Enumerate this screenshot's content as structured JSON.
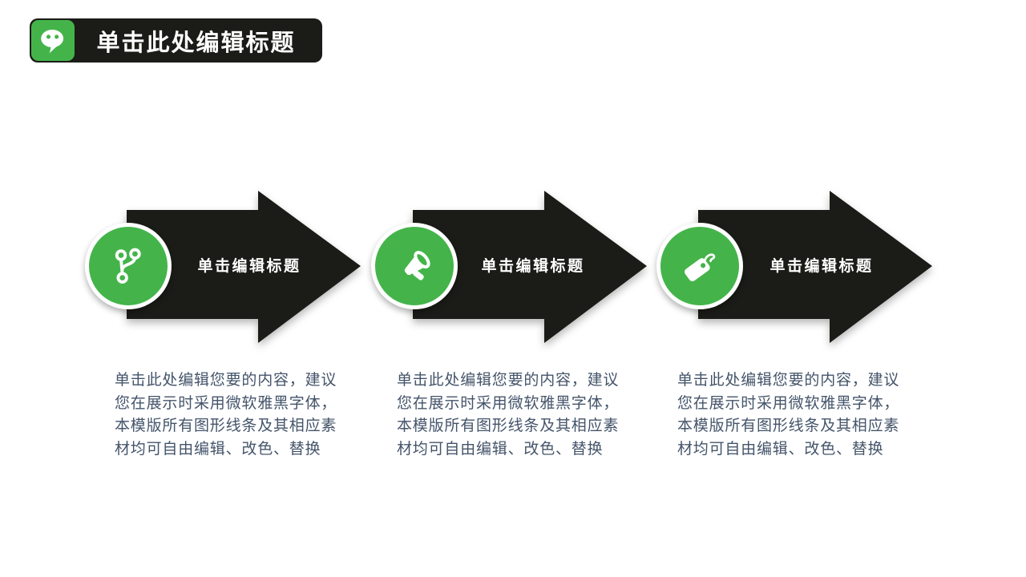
{
  "slide": {
    "title": {
      "icon": "wechat-bubble-icon",
      "text": "单击此处编辑标题"
    },
    "steps": [
      {
        "icon": "code-fork-icon",
        "label": "单击编辑标题",
        "body": "单击此处编辑您要的内容，建议\n您在展示时采用微软雅黑字体，\n本模版所有图形线条及其相应素\n材均可自由编辑、改色、替换"
      },
      {
        "icon": "megaphone-icon",
        "label": "单击编辑标题",
        "body": "单击此处编辑您要的内容，建议\n您在展示时采用微软雅黑字体，\n本模版所有图形线条及其相应素\n材均可自由编辑、改色、替换"
      },
      {
        "icon": "price-tag-icon",
        "label": "单击编辑标题",
        "body": "单击此处编辑您要的内容，建议\n您在展示时采用微软雅黑字体，\n本模版所有图形线条及其相应素\n材均可自由编辑、改色、替换"
      }
    ],
    "colors": {
      "accent_green": "#44b44a",
      "shape_black": "#1b1b17",
      "body_text": "#44546a",
      "background": "#ffffff",
      "label_text": "#ffffff"
    }
  }
}
